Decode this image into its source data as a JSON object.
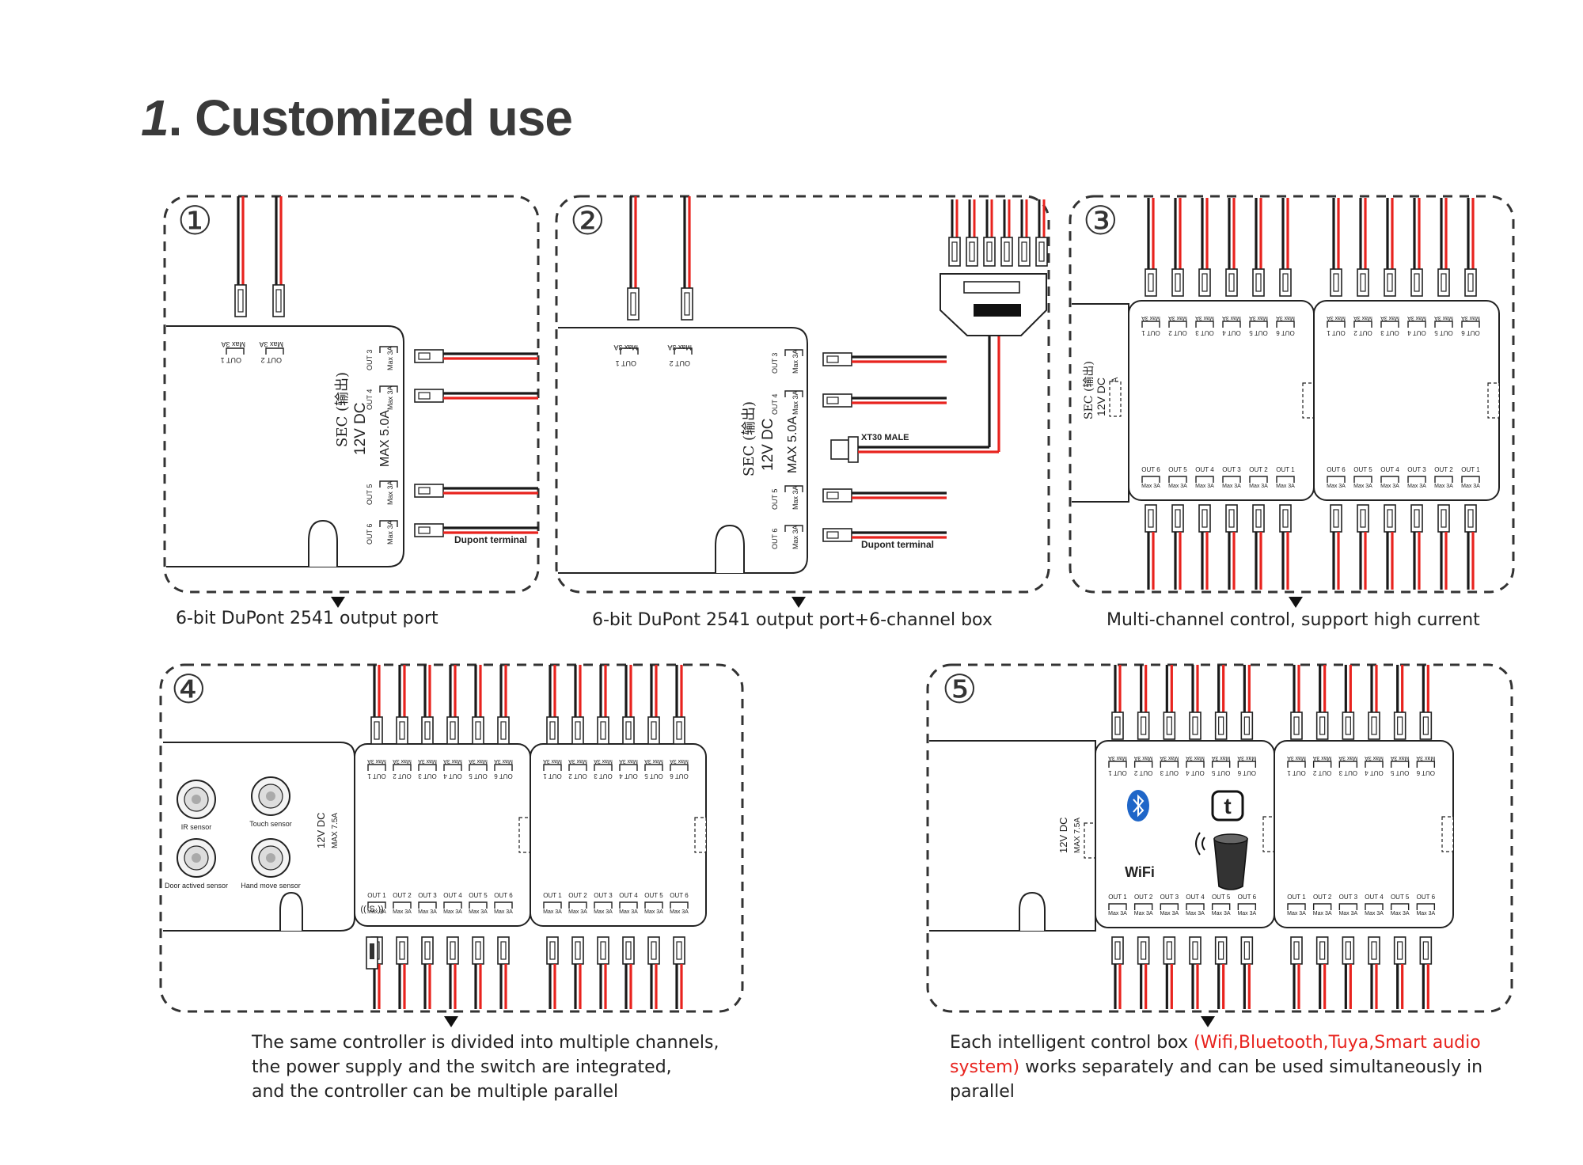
{
  "title": {
    "number": "1",
    "text": ". Customized use"
  },
  "panels": [
    {
      "badge": "①",
      "caption": "6-bit DuPont 2541 output port"
    },
    {
      "badge": "②",
      "caption": "6-bit DuPont 2541 output port+6-channel box"
    },
    {
      "badge": "③",
      "caption": "Multi-channel control, support high current"
    },
    {
      "badge": "④",
      "caption_lines": [
        "The same controller is divided into multiple channels,",
        "the power supply and the switch are integrated,",
        "and the controller can be multiple parallel"
      ]
    },
    {
      "badge": "⑤",
      "caption_black_1": "Each intelligent control box ",
      "caption_red_1": "(Wifi,Bluetooth,Tuya,Smart audio",
      "caption_red_2": "system)",
      "caption_black_2": " works separately and can be used simultaneously in",
      "caption_black_3": "parallel"
    }
  ],
  "labels": {
    "sec": "SEC (输出)",
    "dc12": "12V DC",
    "max5": "MAX 5.0A",
    "max75": "MAX 7.5A",
    "max3": "Max 3A",
    "dupont": "Dupont terminal",
    "xt30": "XT30 MALE",
    "wifi": "WiFi",
    "outs": [
      "OUT 1",
      "OUT 2",
      "OUT 3",
      "OUT 4",
      "OUT 5",
      "OUT 6"
    ],
    "outs_rev": [
      "OUT 6",
      "OUT 5",
      "OUT 4",
      "OUT 3",
      "OUT 2",
      "OUT 1"
    ],
    "sensors": [
      "IR sensor",
      "Touch sensor",
      "Door actived sensor",
      "Hand move sensor"
    ]
  },
  "colors": {
    "wire_red": "#e8231e",
    "wire_black": "#1a1a1a",
    "line": "#222222",
    "caption_red": "#e8231e",
    "bluetooth": "#1f66c8"
  },
  "icons": [
    "bluetooth-icon",
    "tuya-icon",
    "wifi-icon",
    "smart-speaker-icon",
    "sensor-icon",
    "switch-icon"
  ]
}
